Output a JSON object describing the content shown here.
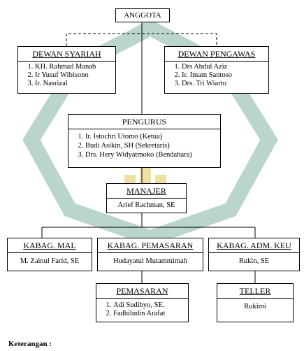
{
  "anggota": "ANGGOTA",
  "dewan_syariah": {
    "title": "DEWAN SYARIAH",
    "members": [
      "KH. Rahmad Manab",
      "Ir Yusuf Wibisono",
      "Ir. Nasrizal"
    ]
  },
  "dewan_pengawas": {
    "title": "DEWAN PENGAWAS",
    "members": [
      "Drs Abdul Aziz",
      "Ir. Imam Santoso",
      "Drs. Tri Wiarto"
    ]
  },
  "pengurus": {
    "title": "PENGURUS",
    "members": [
      "Ir. Istochri Utomo (Ketua)",
      "Budi Asikin, SH (Sekretaris)",
      "Drs. Hery Widyatmoko (Bendahara)"
    ]
  },
  "manajer": {
    "title": "MANAJER",
    "name": "Arief Rachman, SE"
  },
  "kabag_mal": {
    "title": "KABAG. MAL",
    "name": "M. Zainul Farid, SE"
  },
  "kabag_pemasaran": {
    "title": "KABAG. PEMASARAN",
    "name": "Hudayatul Mutammimah"
  },
  "kabag_adm_keu": {
    "title": "KABAG. ADM. KEU",
    "name": "Rukin, SE"
  },
  "pemasaran": {
    "title": "PEMASARAN",
    "members": [
      "Adi Sudibyo, SE.",
      "Fadhiludin Arafat"
    ]
  },
  "teller": {
    "title": "TELLER",
    "name": "Rukimi"
  },
  "keterangan": "Keterangan :"
}
